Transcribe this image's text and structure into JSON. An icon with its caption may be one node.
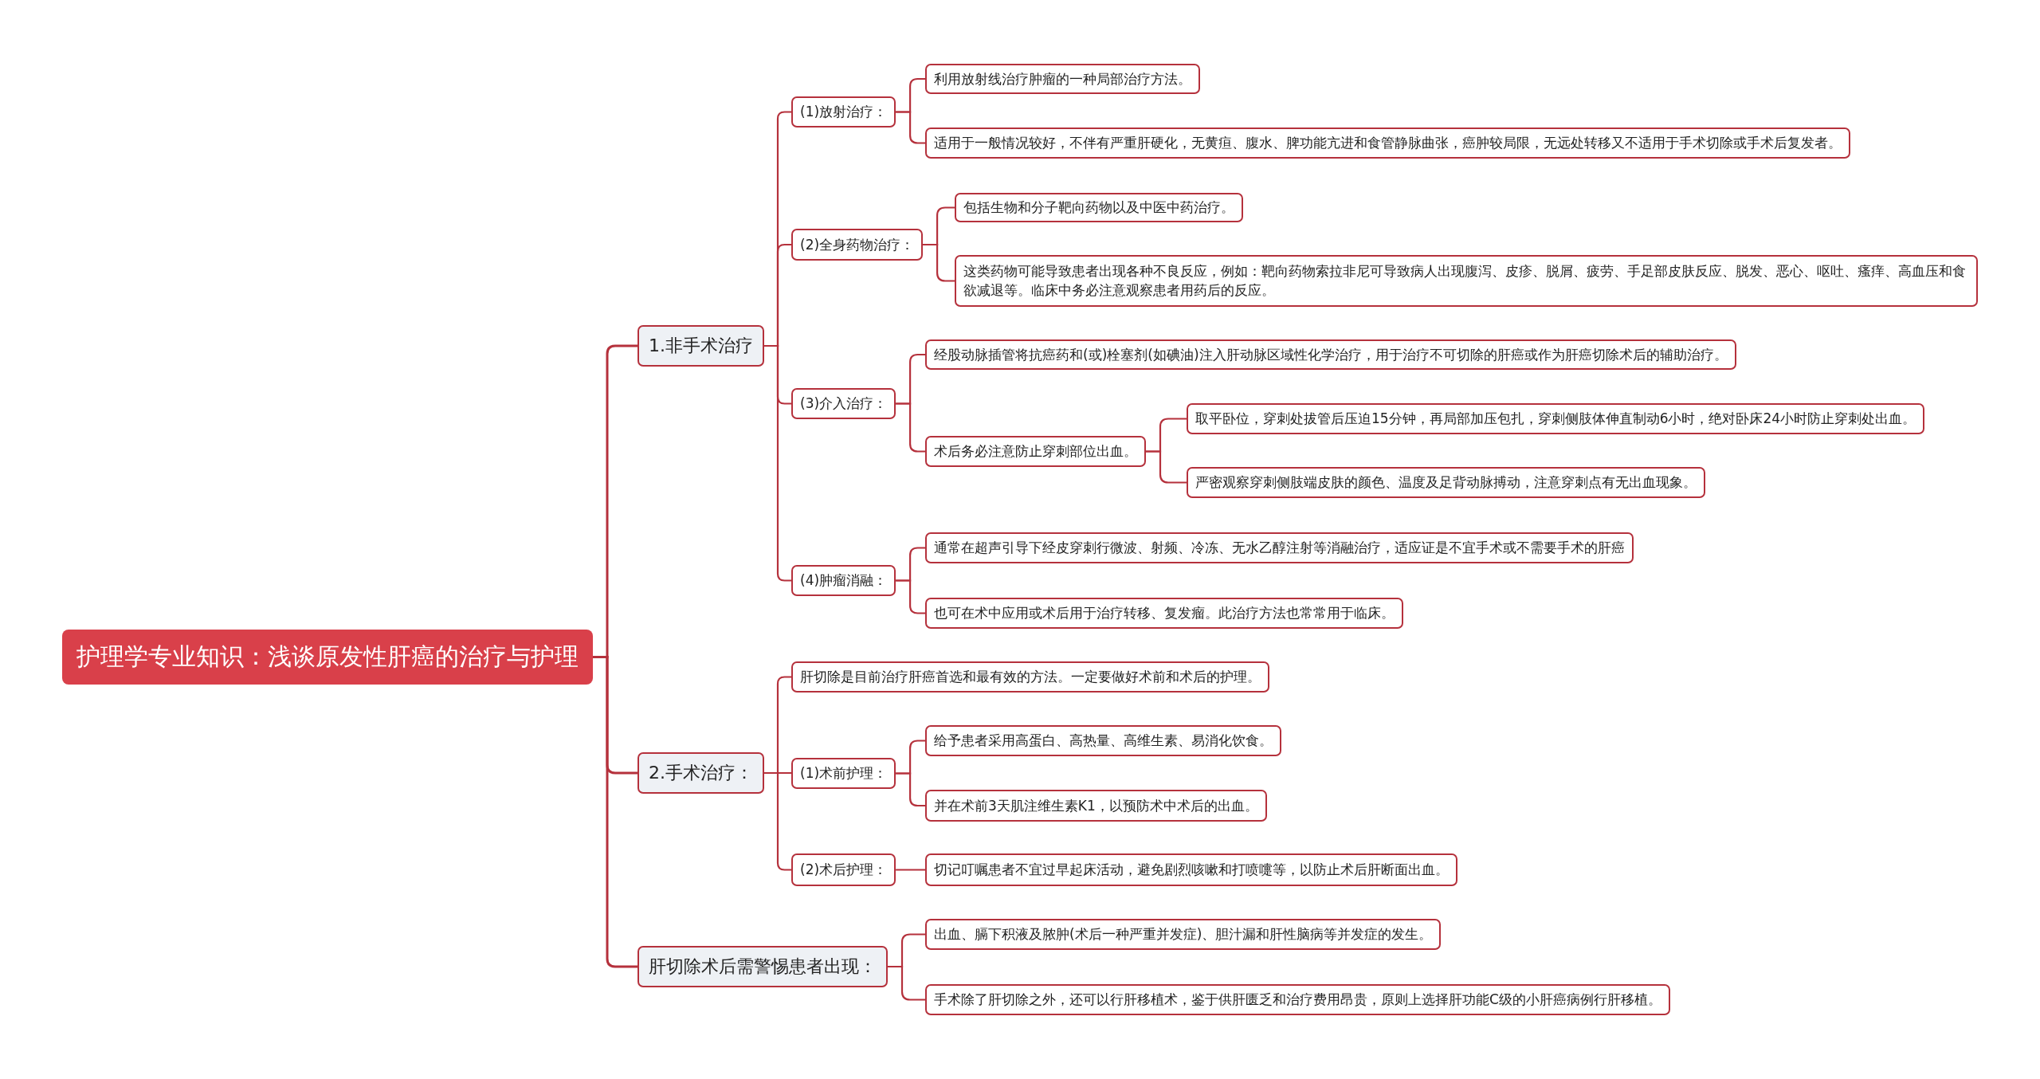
{
  "diagram": {
    "nodes": [
      {
        "text": [
          "护理学专业知识：浅谈原发性肝癌的治疗与护理"
        ]
      },
      {
        "text": [
          "1.非手术治疗"
        ]
      },
      {
        "text": [
          "(1)放射治疗："
        ]
      },
      {
        "text": [
          "利用放射线治疗肿瘤的一种局部治疗方法。"
        ]
      },
      {
        "text": [
          "适用于一般情况较好，不伴有严重肝硬化，无黄疸、腹水、脾功能亢进和食管静脉曲张，癌肿较局限，无远处转移又不适用于手术切除或手术后复发者。"
        ]
      },
      {
        "text": [
          "(2)全身药物治疗："
        ]
      },
      {
        "text": [
          "包括生物和分子靶向药物以及中医中药治疗。"
        ]
      },
      {
        "text": [
          "这类药物可能导致患者出现各种不良反应，例如：靶向药物索拉非尼可导致病人出现腹泻、皮疹、脱屑、疲劳、手足部皮肤反应、脱发、恶心、呕吐、瘙痒、高血压和食欲减退等。临床中务必注意观察患者用药后的反应。"
        ]
      },
      {
        "text": [
          "(3)介入治疗："
        ]
      },
      {
        "text": [
          "经股动脉插管将抗癌药和(或)栓塞剂(如碘油)注入肝动脉区域性化学治疗，用于治疗不可切除的肝癌或作为肝癌切除术后的辅助治疗。"
        ]
      },
      {
        "text": [
          "术后务必注意防止穿刺部位出血。"
        ]
      },
      {
        "text": [
          "取平卧位，穿刺处拔管后压迫15分钟，再局部加压包扎，穿刺侧肢体伸直制动6小时，绝对卧床24小时防止穿刺处出血。"
        ]
      },
      {
        "text": [
          "严密观察穿刺侧肢端皮肤的颜色、温度及足背动脉搏动，注意穿刺点有无出血现象。"
        ]
      },
      {
        "text": [
          "(4)肿瘤消融："
        ]
      },
      {
        "text": [
          "通常在超声引导下经皮穿刺行微波、射频、冷冻、无水乙醇注射等消融治疗，适应证是不宜手术或不需要手术的肝癌"
        ]
      },
      {
        "text": [
          "也可在术中应用或术后用于治疗转移、复发瘤。此治疗方法也常常用于临床。"
        ]
      },
      {
        "text": [
          "2.手术治疗："
        ]
      },
      {
        "text": [
          "肝切除是目前治疗肝癌首选和最有效的方法。一定要做好术前和术后的护理。"
        ]
      },
      {
        "text": [
          "(1)术前护理："
        ]
      },
      {
        "text": [
          "给予患者采用高蛋白、高热量、高维生素、易消化饮食。"
        ]
      },
      {
        "text": [
          "并在术前3天肌注维生素K1，以预防术中术后的出血。"
        ]
      },
      {
        "text": [
          "(2)术后护理："
        ]
      },
      {
        "text": [
          "切记叮嘱患者不宜过早起床活动，避免剧烈咳嗽和打喷嚏等，以防止术后肝断面出血。"
        ]
      },
      {
        "text": [
          "肝切除术后需警惕患者出现："
        ]
      },
      {
        "text": [
          "出血、膈下积液及脓肿(术后一种严重并发症)、胆汁漏和肝性脑病等并发症的发生。"
        ]
      },
      {
        "text": [
          "手术除了肝切除之外，还可以行肝移植术，鉴于供肝匮乏和治疗费用昂贵，原则上选择肝功能C级的小肝癌病例行肝移植。"
        ]
      }
    ],
    "edges": [
      {
        "from": 0,
        "to": 1,
        "arrow": "none"
      },
      {
        "from": 1,
        "to": 2,
        "arrow": "none"
      },
      {
        "from": 2,
        "to": 3,
        "arrow": "none"
      },
      {
        "from": 2,
        "to": 4,
        "arrow": "none"
      },
      {
        "from": 1,
        "to": 5,
        "arrow": "none"
      },
      {
        "from": 5,
        "to": 6,
        "arrow": "none"
      },
      {
        "from": 5,
        "to": 7,
        "arrow": "none"
      },
      {
        "from": 1,
        "to": 8,
        "arrow": "none"
      },
      {
        "from": 8,
        "to": 9,
        "arrow": "none"
      },
      {
        "from": 8,
        "to": 10,
        "arrow": "none"
      },
      {
        "from": 10,
        "to": 11,
        "arrow": "none"
      },
      {
        "from": 10,
        "to": 12,
        "arrow": "none"
      },
      {
        "from": 1,
        "to": 13,
        "arrow": "none"
      },
      {
        "from": 13,
        "to": 14,
        "arrow": "none"
      },
      {
        "from": 13,
        "to": 15,
        "arrow": "none"
      },
      {
        "from": 0,
        "to": 16,
        "arrow": "none"
      },
      {
        "from": 16,
        "to": 17,
        "arrow": "none"
      },
      {
        "from": 16,
        "to": 18,
        "arrow": "none"
      },
      {
        "from": 18,
        "to": 19,
        "arrow": "none"
      },
      {
        "from": 18,
        "to": 20,
        "arrow": "none"
      },
      {
        "from": 16,
        "to": 21,
        "arrow": "none"
      },
      {
        "from": 21,
        "to": 22,
        "arrow": "none"
      },
      {
        "from": 0,
        "to": 23,
        "arrow": "none"
      },
      {
        "from": 23,
        "to": 24,
        "arrow": "none"
      },
      {
        "from": 23,
        "to": 25,
        "arrow": "none"
      }
    ]
  }
}
